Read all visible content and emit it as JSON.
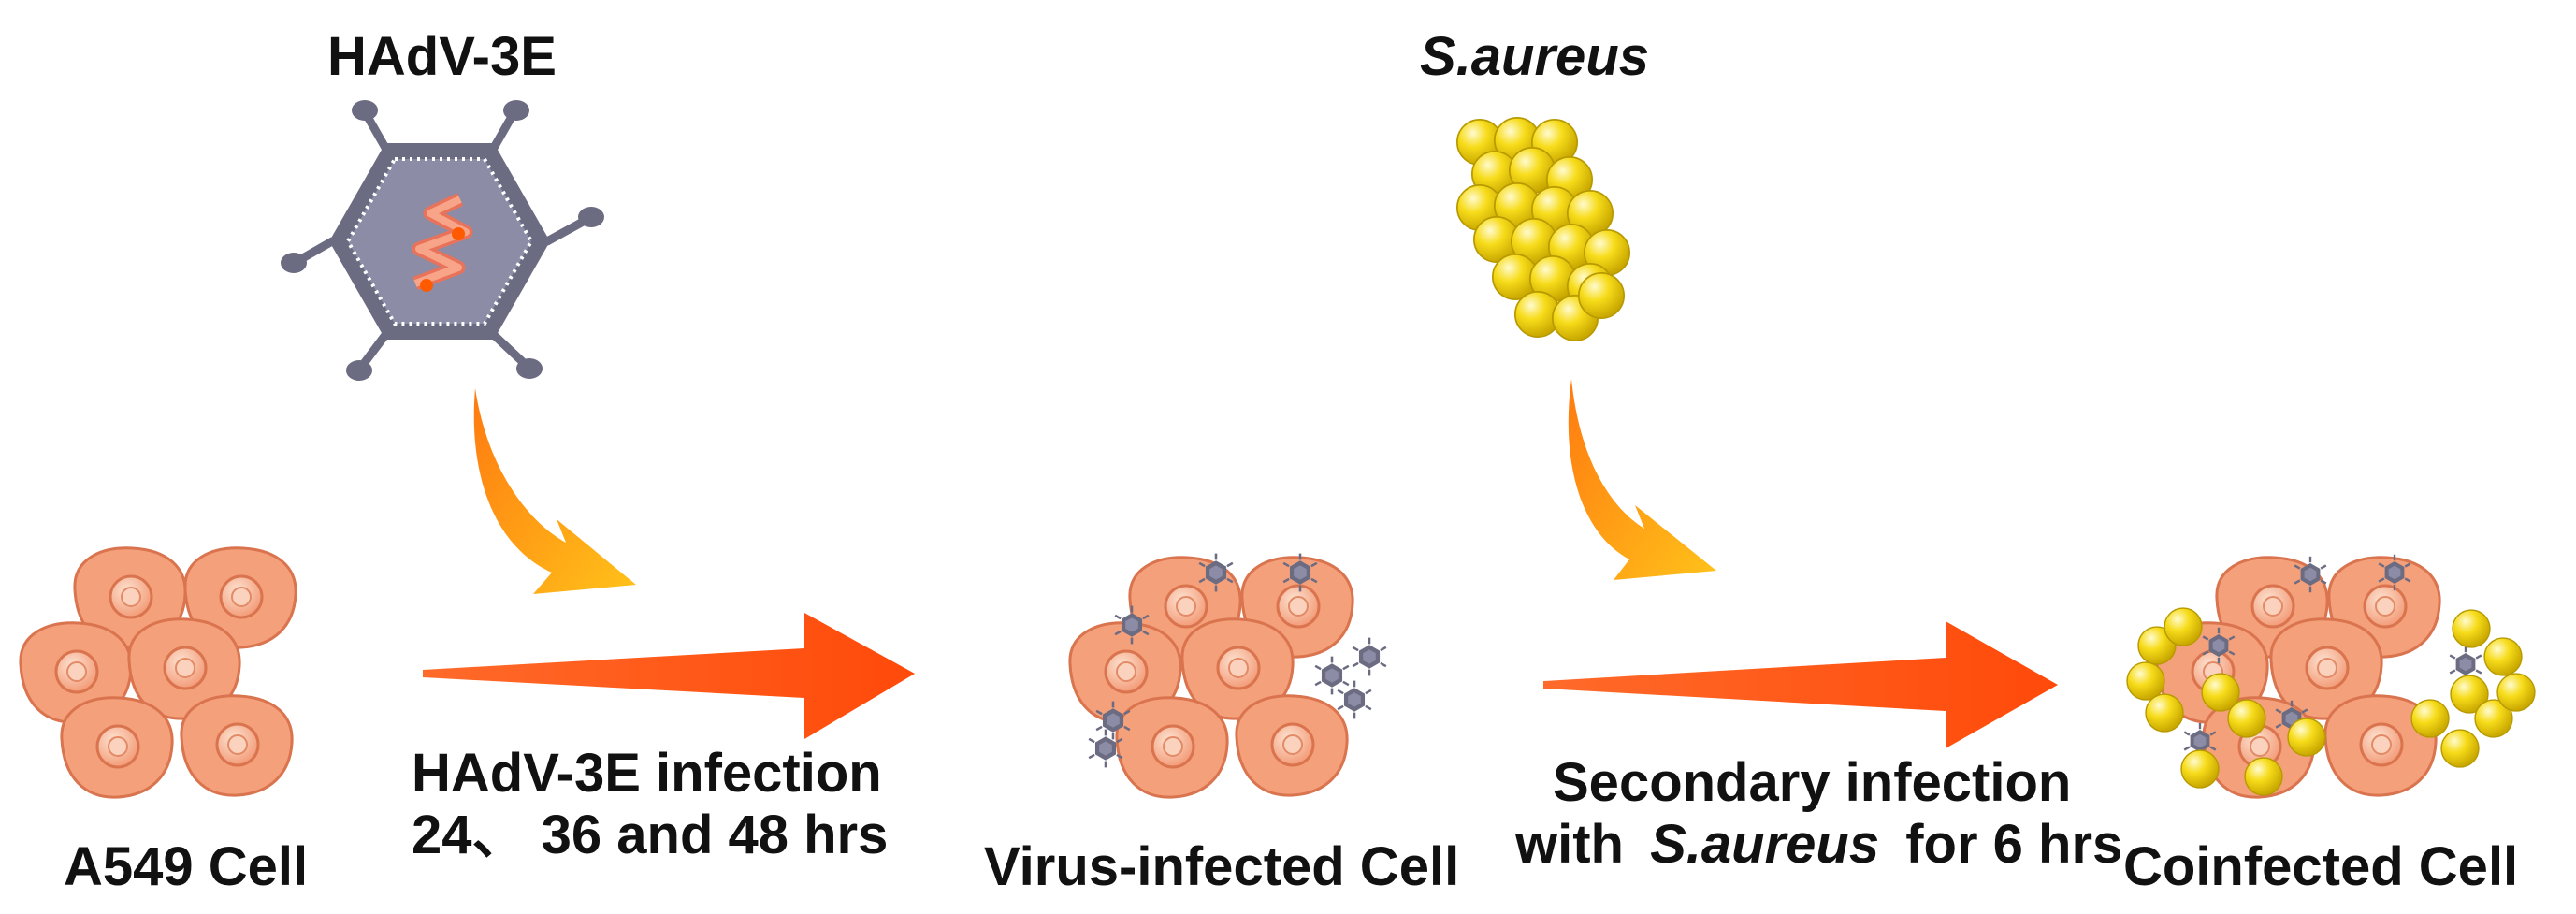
{
  "agents": {
    "virus": {
      "name": "HAdV-3E"
    },
    "bacteria": {
      "name": "S.aureus"
    }
  },
  "steps": {
    "step1": {
      "label": "A549 Cell"
    },
    "step2": {
      "label": "Virus-infected Cell"
    },
    "step3": {
      "label": "Coinfected Cell"
    }
  },
  "transitions": {
    "virus_infection": {
      "line1": "HAdV-3E infection",
      "line2": "24、 36 and  48 hrs"
    },
    "secondary_infection": {
      "line1": "Secondary infection",
      "line2_prefix": "with",
      "line2_agent": "S.aureus",
      "line2_suffix": "for 6 hrs"
    }
  },
  "colors": {
    "cell_fill": "#f4a07a",
    "cell_stroke": "#d9744f",
    "nucleus_fill": "#f9b493",
    "virus_body": "#6b6b82",
    "virus_inner": "#8c8ca6",
    "dna": "#f58a6a",
    "bacteria": "#f5d40a",
    "arrow": "#ff5a1a",
    "curve_arrow_start": "#ff7a10",
    "curve_arrow_end": "#ffc21a"
  }
}
